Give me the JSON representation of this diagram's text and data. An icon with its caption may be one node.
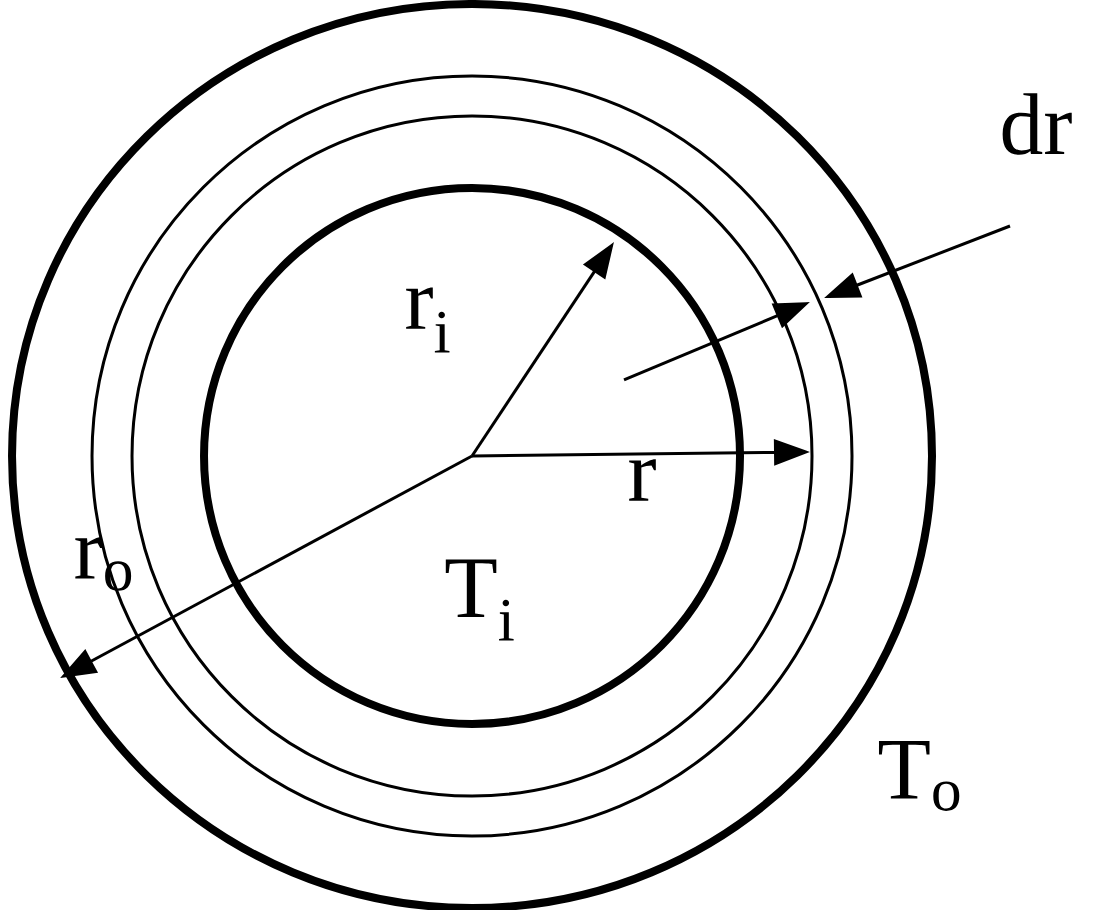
{
  "diagram": {
    "labels": [
      "r$_{i}$",
      "dr",
      "r",
      "r$_{o}$",
      "T$_{i}$",
      "T$_{o}$"
    ]
  }
}
